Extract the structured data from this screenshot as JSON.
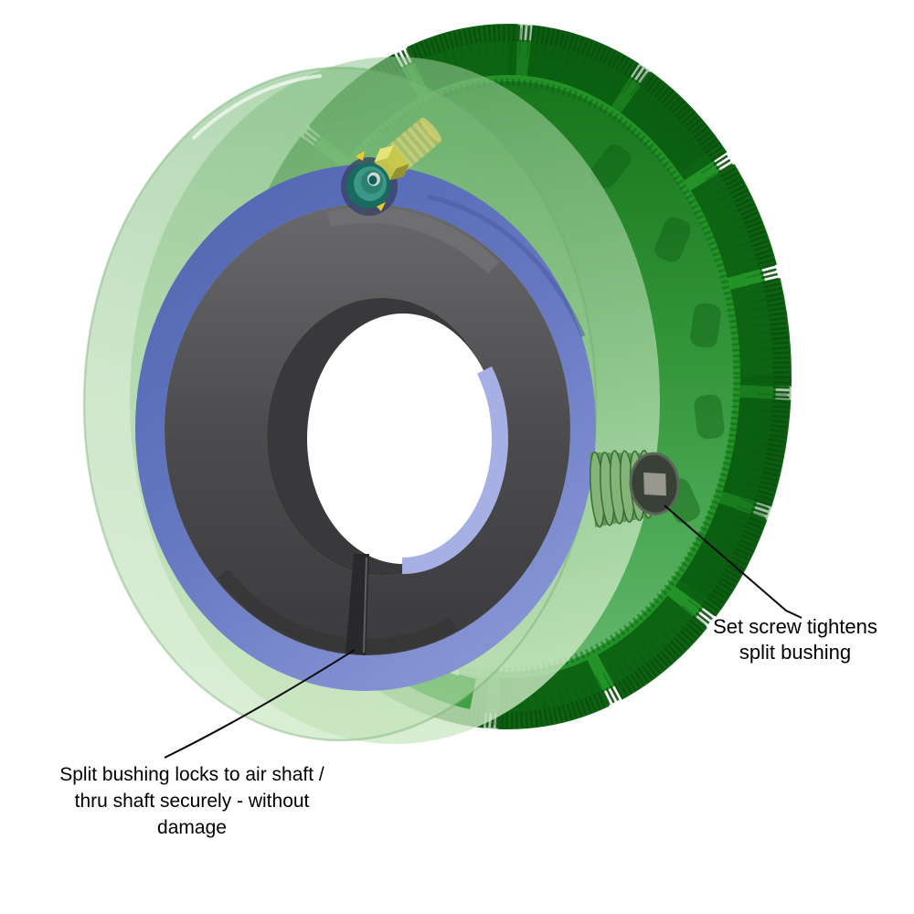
{
  "figure": {
    "type": "3d-cad-annotated-diagram",
    "subject": "Collar assembly with split bushing and set screws",
    "background": "#ffffff"
  },
  "annotations": {
    "set_screw": {
      "text": "Set screw tightens\nsplit bushing"
    },
    "split_bushing": {
      "text": "Split bushing locks to air shaft /\nthru shaft securely - without\ndamage"
    }
  },
  "colors": {
    "housing_knurl_dark_green": "#0d6412",
    "housing_rim_green": "#239328",
    "housing_body_green": "#2f9a35",
    "housing_flange_translucent_green": "#bfe0b4",
    "inner_ring_blue": "#6477c0",
    "bore_blue_light": "#a7b0e4",
    "split_bushing_gray": "#4a4a4c",
    "split_slot_dark": "#29292b",
    "set_screw_yellow": "#d2d272",
    "set_screw_green": "#6fa56f",
    "locking_cone_teal": "#2b8172",
    "leader_line": "#0a0a0a",
    "label_text": "#000000"
  }
}
